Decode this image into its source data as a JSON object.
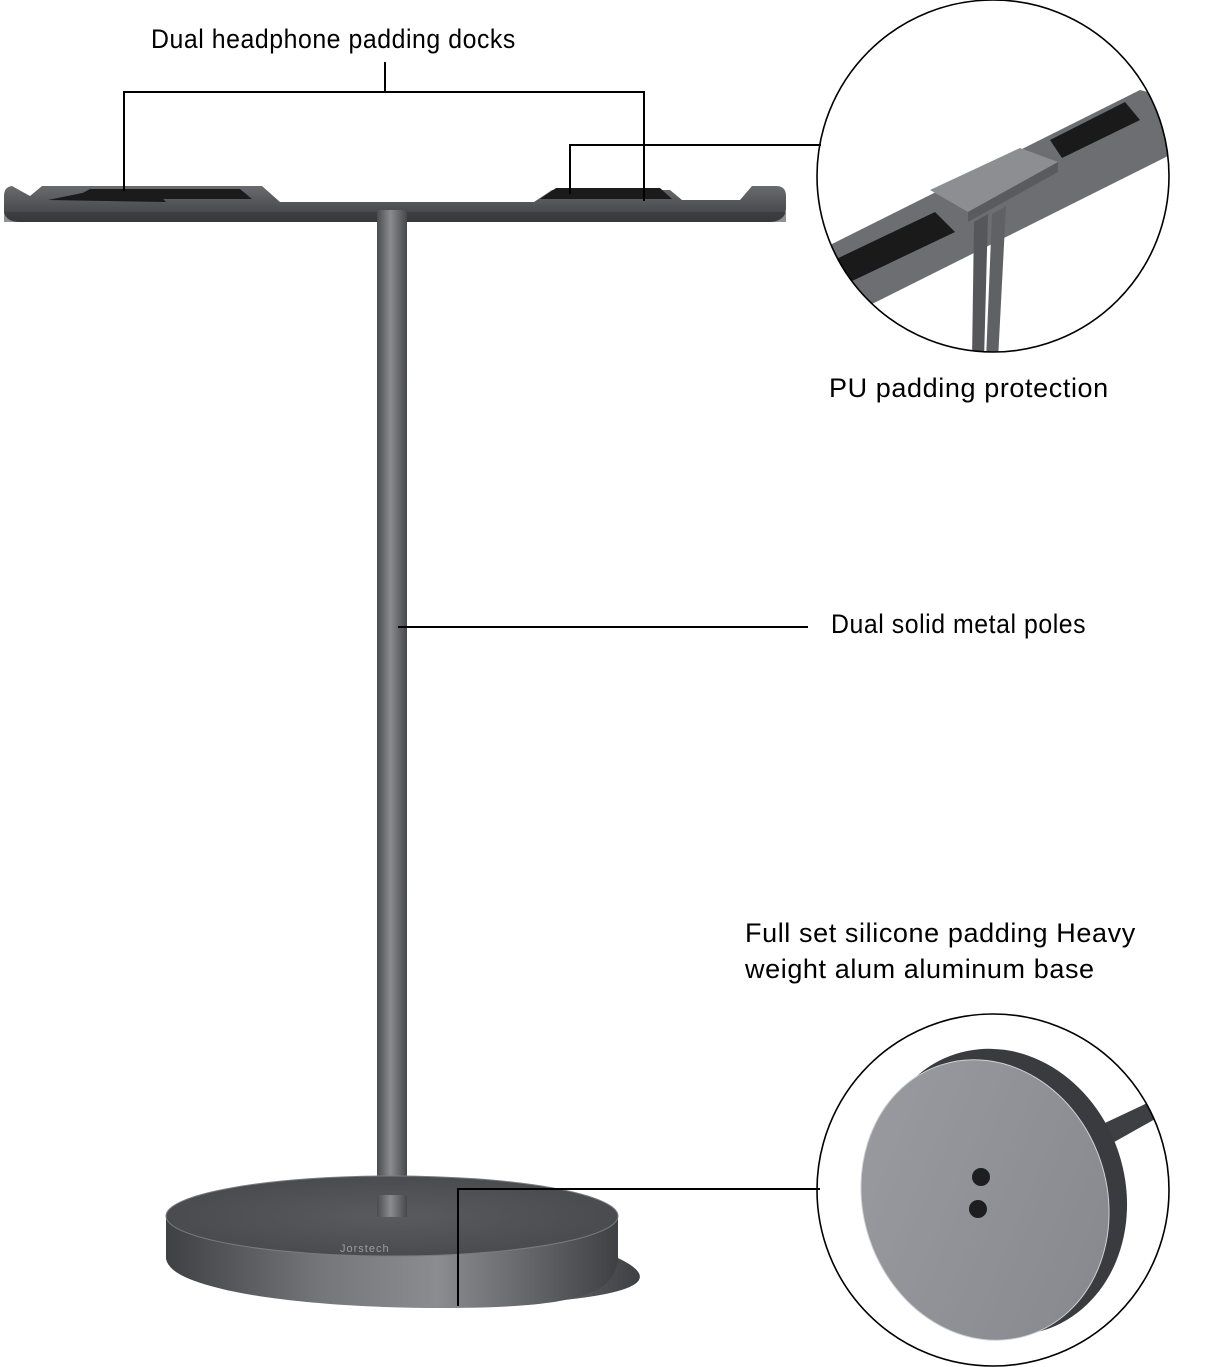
{
  "callouts": {
    "docks": "Dual headphone padding docks",
    "padding": "PU padding protection",
    "poles": "Dual solid metal poles",
    "base_line1": "Full set silicone padding Heavy",
    "base_line2": "weight alum aluminum base"
  },
  "product": {
    "brand_mark": "Jorstech"
  },
  "colors": {
    "metal_dark": "#4a4b4e",
    "metal_mid": "#6b6c70",
    "pad_black": "#1a1a1a",
    "base_face": "#8f9196",
    "line": "#000000",
    "background": "#ffffff"
  }
}
